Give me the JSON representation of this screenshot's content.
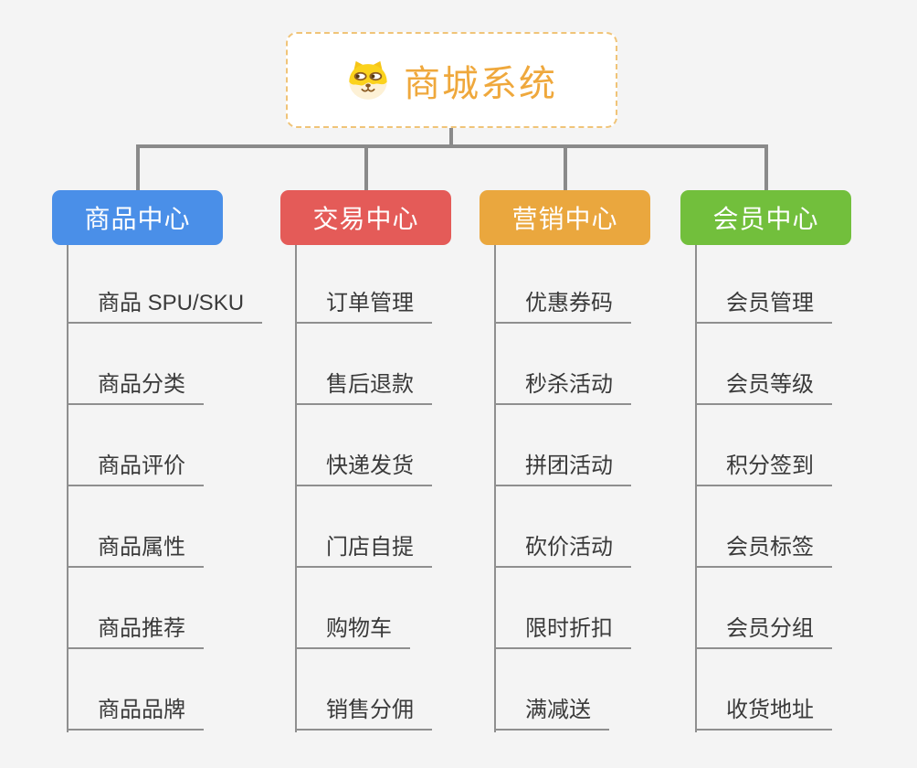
{
  "page": {
    "background": "#f4f4f4",
    "connector_color": "#8a8a8a",
    "line_color": "#8f8f8f"
  },
  "root": {
    "title": "商城系统",
    "icon": "shiba-dog-face-icon",
    "text_color": "#efa83c",
    "border_color": "#f0c478",
    "background": "#ffffff"
  },
  "branches": [
    {
      "id": "product-center",
      "label": "商品中心",
      "color": "#4a8fe8",
      "items": [
        "商品 SPU/SKU",
        "商品分类",
        "商品评价",
        "商品属性",
        "商品推荐",
        "商品品牌"
      ]
    },
    {
      "id": "trade-center",
      "label": "交易中心",
      "color": "#e45b58",
      "items": [
        "订单管理",
        "售后退款",
        "快递发货",
        "门店自提",
        "购物车",
        "销售分佣"
      ]
    },
    {
      "id": "marketing-center",
      "label": "营销中心",
      "color": "#eaa73e",
      "items": [
        "优惠券码",
        "秒杀活动",
        "拼团活动",
        "砍价活动",
        "限时折扣",
        "满减送"
      ]
    },
    {
      "id": "member-center",
      "label": "会员中心",
      "color": "#72bf3c",
      "items": [
        "会员管理",
        "会员等级",
        "积分签到",
        "会员标签",
        "会员分组",
        "收货地址"
      ]
    }
  ]
}
